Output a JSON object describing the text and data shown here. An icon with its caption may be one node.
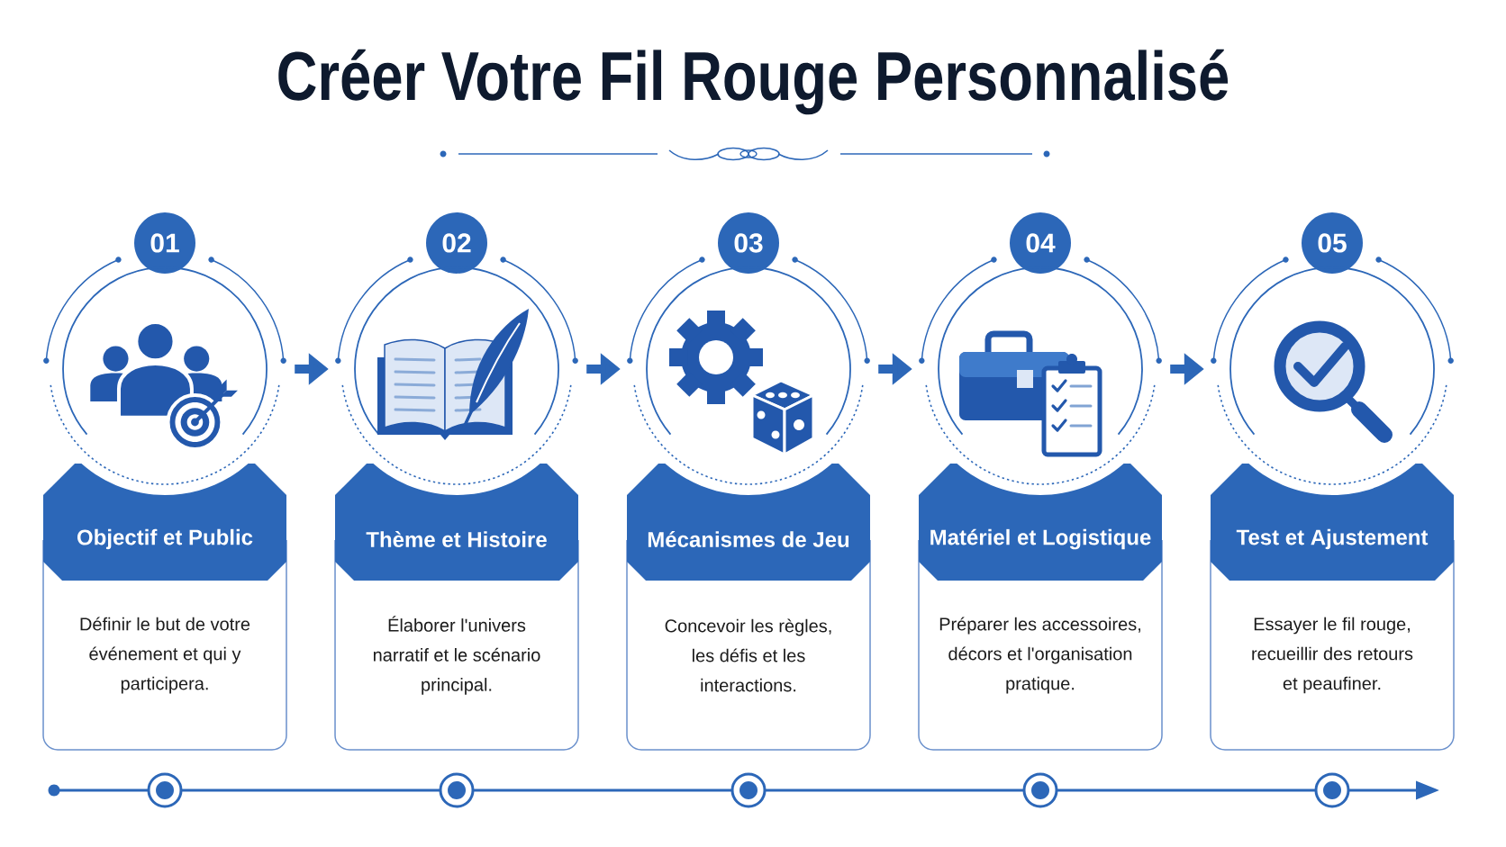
{
  "diagram": {
    "title": "Créer Votre Fil Rouge Personnalisé",
    "nodes": [
      {
        "text": [
          "01"
        ]
      },
      {
        "text": [],
        "shape": "picture"
      },
      {
        "text": [
          "Objectif et Public",
          "Définir le but de votre événement et qui y participera."
        ]
      },
      {
        "text": [
          "02"
        ]
      },
      {
        "text": [],
        "shape": "picture"
      },
      {
        "text": [
          "Thème et Histoire",
          "Élaborer l'univers narratif et le scénario principal."
        ]
      },
      {
        "text": [
          "03"
        ]
      },
      {
        "text": [],
        "shape": "picture"
      },
      {
        "text": [
          "Mécanismes de Jeu",
          "Concevoir les règles, les défis et les interactions."
        ]
      },
      {
        "text": [
          "04"
        ]
      },
      {
        "text": [],
        "shape": "picture"
      },
      {
        "text": [
          "Matériel et Logistique",
          "Préparer les accessoires, décors et l'organisation pratique."
        ]
      },
      {
        "text": [
          "05"
        ]
      },
      {
        "text": [],
        "shape": "picture"
      },
      {
        "text": [
          "Test et Ajustement",
          "Essayer le fil rouge, recueillir des retours et peaufiner."
        ]
      }
    ],
    "edges": [
      {
        "from": 1,
        "to": 4,
        "arrow": "to"
      },
      {
        "from": 4,
        "to": 7,
        "arrow": "to"
      },
      {
        "from": 7,
        "to": 10,
        "arrow": "to"
      },
      {
        "from": 10,
        "to": 13,
        "arrow": "to"
      }
    ]
  }
}
